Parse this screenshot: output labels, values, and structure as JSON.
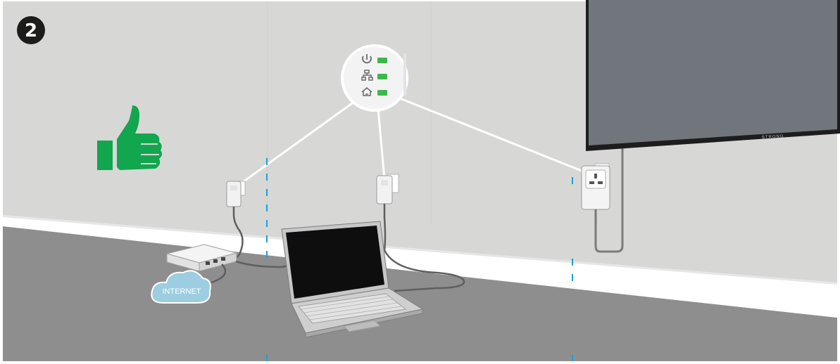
{
  "step": {
    "number": "2"
  },
  "colors": {
    "wall": "#d7d7d6",
    "floor": "#8d8d8d",
    "skirting": "#ffffff",
    "tv_screen": "#70767c",
    "thumb": "#12a64e",
    "led_on": "#3db84a",
    "cloud": "#9ccde0",
    "guide_line": "#1f9fd6"
  },
  "status_panel": {
    "leds": [
      {
        "icon": "power-icon",
        "state": "on"
      },
      {
        "icon": "network-icon",
        "state": "on"
      },
      {
        "icon": "home-powerline-icon",
        "state": "on"
      }
    ]
  },
  "cloud": {
    "label": "INTERNET"
  },
  "tv": {
    "brand": "STRONG"
  },
  "feedback": {
    "icon": "thumbs-up-icon",
    "meaning": "success"
  }
}
